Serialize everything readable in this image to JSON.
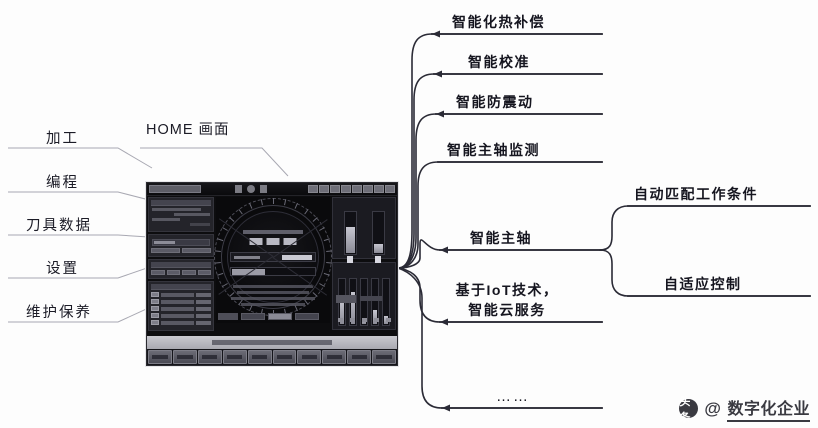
{
  "diagram": {
    "center_caption": "HOME 画面",
    "left_features": [
      {
        "label": "加工"
      },
      {
        "label": "编程"
      },
      {
        "label": "刀具数据"
      },
      {
        "label": "设置"
      },
      {
        "label": "维护保养"
      }
    ],
    "right_features": [
      {
        "label": "智能化热补偿"
      },
      {
        "label": "智能校准"
      },
      {
        "label": "智能防震动"
      },
      {
        "label": "智能主轴监测"
      },
      {
        "label": "智能主轴"
      },
      {
        "label_line1": "基于IoT技术，",
        "label_line2": "智能云服务"
      },
      {
        "label": "……"
      }
    ],
    "sub_features": [
      {
        "label": "自动匹配工作条件"
      },
      {
        "label": "自适应控制"
      }
    ]
  },
  "cnc_screen": {
    "title_chip": "screen-title",
    "top_icons": [
      "icon-a",
      "icon-b",
      "icon-c"
    ],
    "indicator_count": 8,
    "left_panels": [
      {
        "name": "status-panel"
      },
      {
        "name": "mode-panel"
      },
      {
        "name": "override-panel"
      },
      {
        "name": "tool-list-panel"
      }
    ],
    "tool_rows": 5,
    "dial": {
      "name": "spindle-dial",
      "ticks": 48
    },
    "gauge_top_bars": 2,
    "gauge_bottom_bars": 5,
    "softkey_count": 10
  },
  "watermark": {
    "logo": "头条",
    "at": "@",
    "account": "数字化企业"
  },
  "colors": {
    "page_bg": "#fdfdfd",
    "ink": "#1b1b26",
    "wire": "#9a9aa6",
    "bracket": "#2b2b36",
    "screen_bg": "#0d0d0f"
  }
}
